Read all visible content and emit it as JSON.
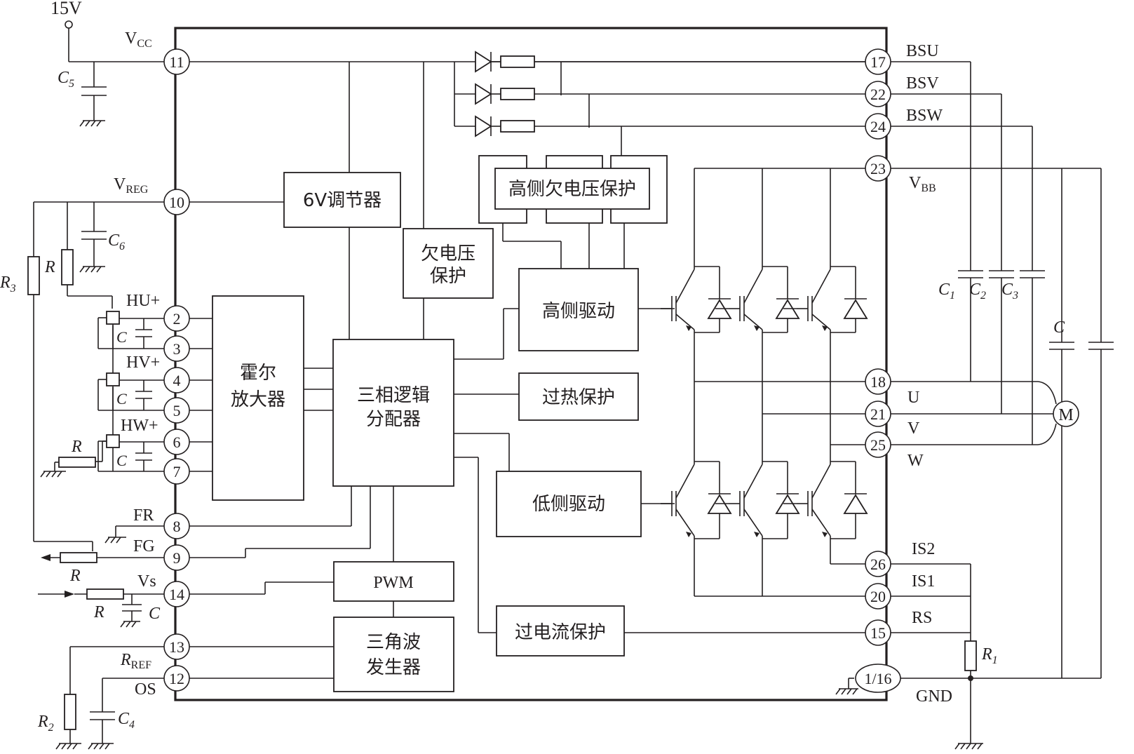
{
  "supply": {
    "voltage": "15V"
  },
  "pin_labels": {
    "vcc": "V",
    "vcc_sub": "CC",
    "vreg": "V",
    "vreg_sub": "REG",
    "hu": "HU+",
    "hv": "HV+",
    "hw": "HW+",
    "fr": "FR",
    "fg": "FG",
    "vs": "Vs",
    "rref": "R",
    "rref_sub": "REF",
    "os": "OS",
    "bsu": "BSU",
    "bsv": "BSV",
    "bsw": "BSW",
    "vbb": "V",
    "vbb_sub": "BB",
    "u": "U",
    "v": "V",
    "w": "W",
    "is2": "IS2",
    "is1": "IS1",
    "rs": "RS",
    "gnd": "GND"
  },
  "pin_numbers": {
    "p11": "11",
    "p10": "10",
    "p2": "2",
    "p3": "3",
    "p4": "4",
    "p5": "5",
    "p6": "6",
    "p7": "7",
    "p8": "8",
    "p9": "9",
    "p14": "14",
    "p13": "13",
    "p12": "12",
    "p17": "17",
    "p22": "22",
    "p24": "24",
    "p23": "23",
    "p18": "18",
    "p21": "21",
    "p25": "25",
    "p26": "26",
    "p20": "20",
    "p15": "15",
    "p116": "1/16"
  },
  "blocks": {
    "regulator": "6V调节器",
    "uv_line1": "欠电压",
    "uv_line2": "保护",
    "hs_uv": "高侧欠电压保护",
    "hs_drive": "高侧驱动",
    "hall_line1": "霍尔",
    "hall_line2": "放大器",
    "logic_line1": "三相逻辑",
    "logic_line2": "分配器",
    "overheat": "过热保护",
    "ls_drive": "低侧驱动",
    "pwm": "PWM",
    "overcurrent": "过电流保护",
    "tri_line1": "三角波",
    "tri_line2": "发生器"
  },
  "components": {
    "c5": "C",
    "c5_sub": "5",
    "c6": "C",
    "c6_sub": "6",
    "r3": "R",
    "r3_sub": "3",
    "r": "R",
    "c": "C",
    "r2": "R",
    "r2_sub": "2",
    "c4": "C",
    "c4_sub": "4",
    "c1": "C",
    "c1_sub": "1",
    "c2": "C",
    "c2_sub": "2",
    "c3": "C",
    "c3_sub": "3",
    "r1": "R",
    "r1_sub": "1",
    "motor": "M"
  }
}
